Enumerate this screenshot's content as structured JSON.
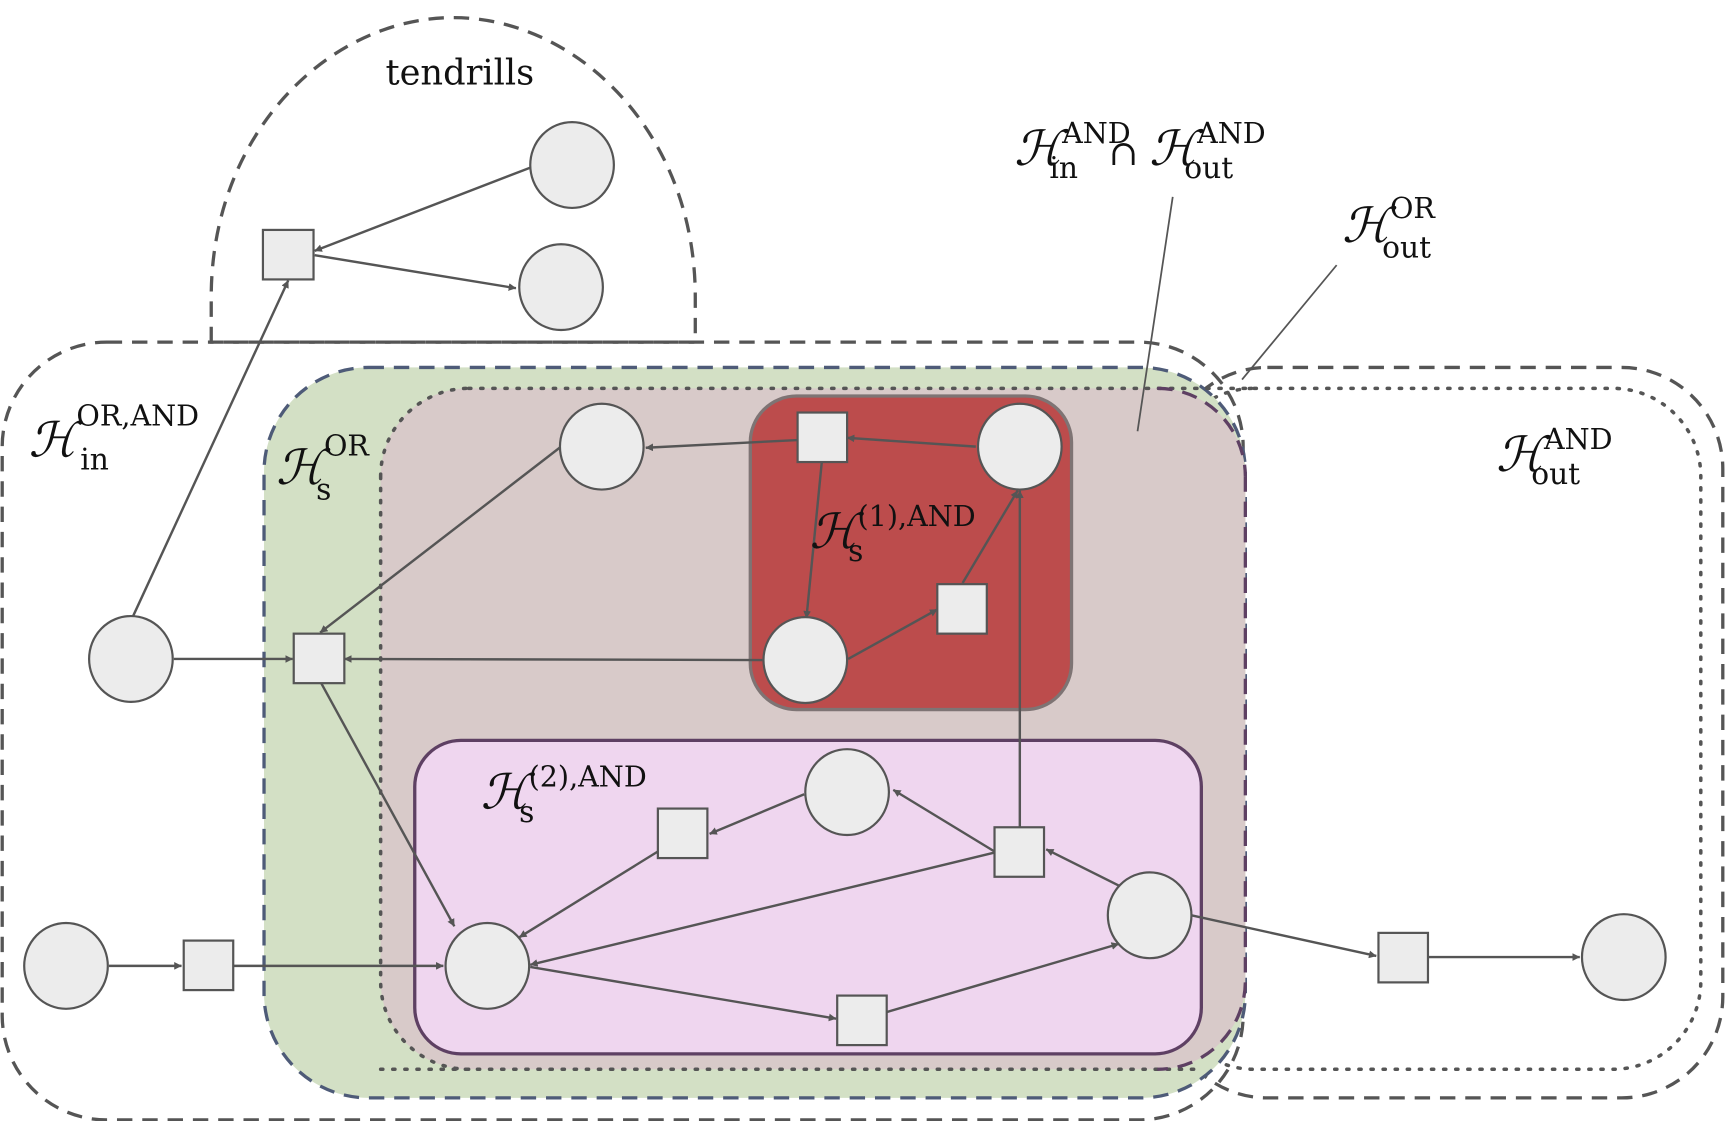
{
  "figure": {
    "colors": {
      "tendrils_fill": "#ececec",
      "in_fill": "#d0def5",
      "strong_or_fill": "#d3e0c5",
      "strong_and_fill": "#d8cac9",
      "out_or_fill": "#fffcb8",
      "out_and_fill": "#fde4bb",
      "scc1_fill": "#bc4c4c",
      "scc2_fill": "#efd6ef",
      "node_fill": "#ececec",
      "stroke": "#555555"
    },
    "labels": {
      "tendrils": "tendrills",
      "in_or_and": {
        "base": "H",
        "sup": "OR,AND",
        "sub": "in"
      },
      "s_or": {
        "base": "H",
        "sup": "OR",
        "sub": "s"
      },
      "s1_and": {
        "base": "H",
        "sup": "(1),AND",
        "sub": "s"
      },
      "s2_and": {
        "base": "H",
        "sup": "(2),AND",
        "sub": "s"
      },
      "out_and": {
        "base": "H",
        "sup": "AND",
        "sub": "out"
      },
      "out_or": {
        "base": "H",
        "sup": "OR",
        "sub": "out"
      },
      "intersection": {
        "left": {
          "base": "H",
          "sup": "AND",
          "sub": "in"
        },
        "op": "∩",
        "right": {
          "base": "H",
          "sup": "AND",
          "sub": "out"
        }
      }
    },
    "legend_icons": [
      "place-icon-circle",
      "transition-icon-square",
      "arrow-icon"
    ]
  }
}
